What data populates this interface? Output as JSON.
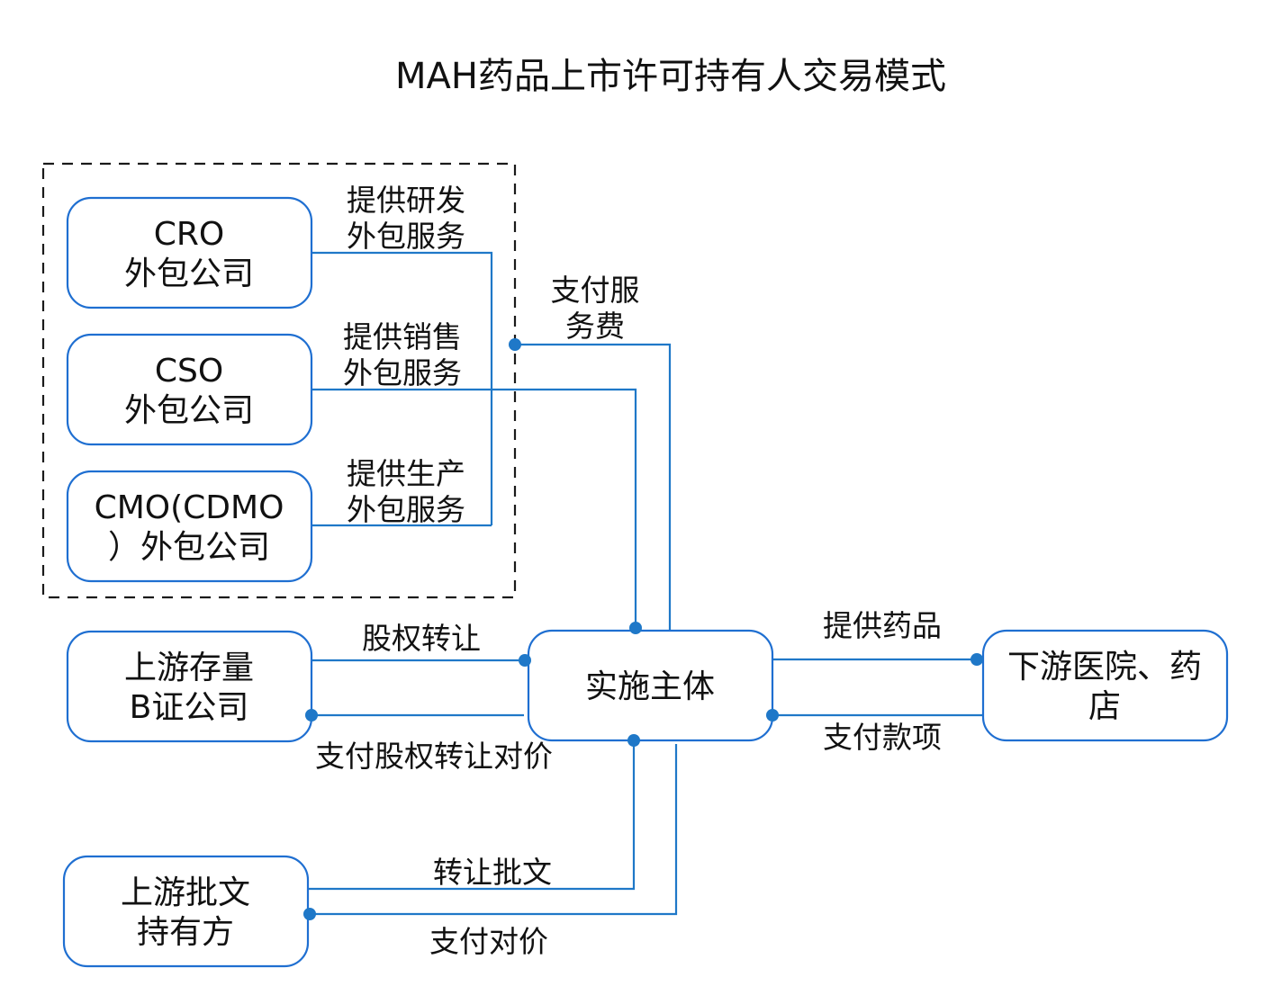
{
  "title": "MAH药品上市许可持有人交易模式",
  "nodes": {
    "cro": [
      "CRO",
      "外包公司"
    ],
    "cso": [
      "CSO",
      "外包公司"
    ],
    "cmo": [
      "CMO(CDMO",
      "）外包公司"
    ],
    "upstream_b": [
      "上游存量",
      "B证公司"
    ],
    "upstream_holder": [
      "上游批文",
      "持有方"
    ],
    "entity": [
      "实施主体"
    ],
    "downstream": [
      "下游医院、药",
      "店"
    ]
  },
  "edges": {
    "cro_service": [
      "提供研发",
      "外包服务"
    ],
    "cso_service": [
      "提供销售",
      "外包服务"
    ],
    "cmo_service": [
      "提供生产",
      "外包服务"
    ],
    "pay_service_fee": [
      "支付服",
      "务费"
    ],
    "equity_transfer": [
      "股权转让"
    ],
    "pay_equity": [
      "支付股权转让对价"
    ],
    "provide_drugs": [
      "提供药品"
    ],
    "pay_amount": [
      "支付款项"
    ],
    "transfer_approval": [
      "转让批文"
    ],
    "pay_consideration": [
      "支付对价"
    ]
  },
  "colors": {
    "node_border": "#1f6fd1",
    "edge_line": "#1f78c8",
    "group_border": "#1a1a1a"
  }
}
